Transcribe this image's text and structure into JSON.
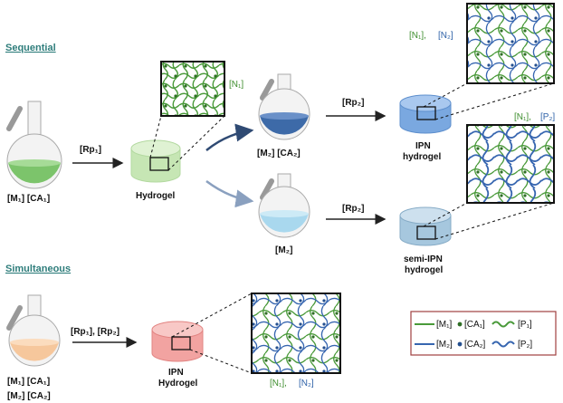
{
  "sections": {
    "sequential": "Sequential",
    "simultaneous": "Simultaneous"
  },
  "labels": {
    "m1ca1": "[M₁] [CA₁]",
    "rp1": "[Rp₁]",
    "hydrogel": "Hydrogel",
    "n1": "[N₁]",
    "m2ca2": "[M₂] [CA₂]",
    "m2": "[M₂]",
    "rp2_top": "[Rp₂]",
    "rp2_bottom": "[Rp₂]",
    "ipn_line1": "IPN",
    "ipn_line2": "hydrogel",
    "semi_line1": "semi-IPN",
    "semi_line2": "hydrogel",
    "n1_top": "[N₁],",
    "n2_top": "[N₂]",
    "n1_mid": "[N₁],",
    "p2_mid": "[P₂]",
    "sim_m1ca1": "[M₁] [CA₁]",
    "sim_m2ca2": "[M₂] [CA₂]",
    "rp1rp2": "[Rp₁], [Rp₂]",
    "ipn2_line1": "IPN",
    "ipn2_line2": "Hydrogel",
    "n1_bottom": "[N₁],",
    "n2_bottom": "[N₂]"
  },
  "legend": {
    "m1": "[M₁]",
    "ca1": "[CA₁]",
    "p1": "[P₁]",
    "m2": "[M₂]",
    "ca2": "[CA₂]",
    "p2": "[P₂]"
  },
  "colors": {
    "green_network": "#4a9a3a",
    "blue_network": "#3766b0",
    "flask_green": "#7cc46b",
    "flask_blue": "#3d6aa8",
    "flask_lightblue": "#a9d8ee",
    "flask_peach": "#f6c79c",
    "hydrogel_green": "#c6e6b4",
    "hydrogel_blue": "#7aa8e0",
    "hydrogel_lightblue": "#a6c7de",
    "hydrogel_red": "#f2a3a1",
    "section_title": "#2e7d7b",
    "legend_border": "#a04040"
  }
}
